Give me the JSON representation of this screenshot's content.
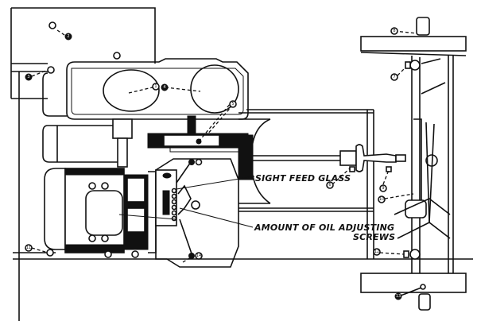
{
  "figure": {
    "subject": "Chassis plan view showing lubrication system",
    "labels": {
      "sight_feed_glass": "SIGHT FEED GLASS",
      "oil_adjusting_line1": "AMOUNT OF OIL ADJUSTING",
      "oil_adjusting_line2": "SCREWS"
    },
    "callouts": [
      {
        "id": "c1",
        "number": "1",
        "style": "open"
      },
      {
        "id": "c2",
        "number": "2",
        "style": "filled"
      },
      {
        "id": "c3",
        "number": "3",
        "style": "filled"
      },
      {
        "id": "c4",
        "number": "4",
        "style": "filled"
      },
      {
        "id": "c5",
        "number": "5",
        "style": "open"
      },
      {
        "id": "c6",
        "number": "6",
        "style": "open"
      },
      {
        "id": "c7",
        "number": "7",
        "style": "open"
      },
      {
        "id": "c8",
        "number": "8",
        "style": "open"
      },
      {
        "id": "c9",
        "number": "9",
        "style": "open"
      },
      {
        "id": "c10",
        "number": "10",
        "style": "open"
      },
      {
        "id": "c11",
        "number": "11",
        "style": "open"
      },
      {
        "id": "c12",
        "number": "12",
        "style": "open"
      },
      {
        "id": "c13",
        "number": "13",
        "style": "filled"
      },
      {
        "id": "c14",
        "number": "14",
        "style": "open"
      }
    ]
  }
}
